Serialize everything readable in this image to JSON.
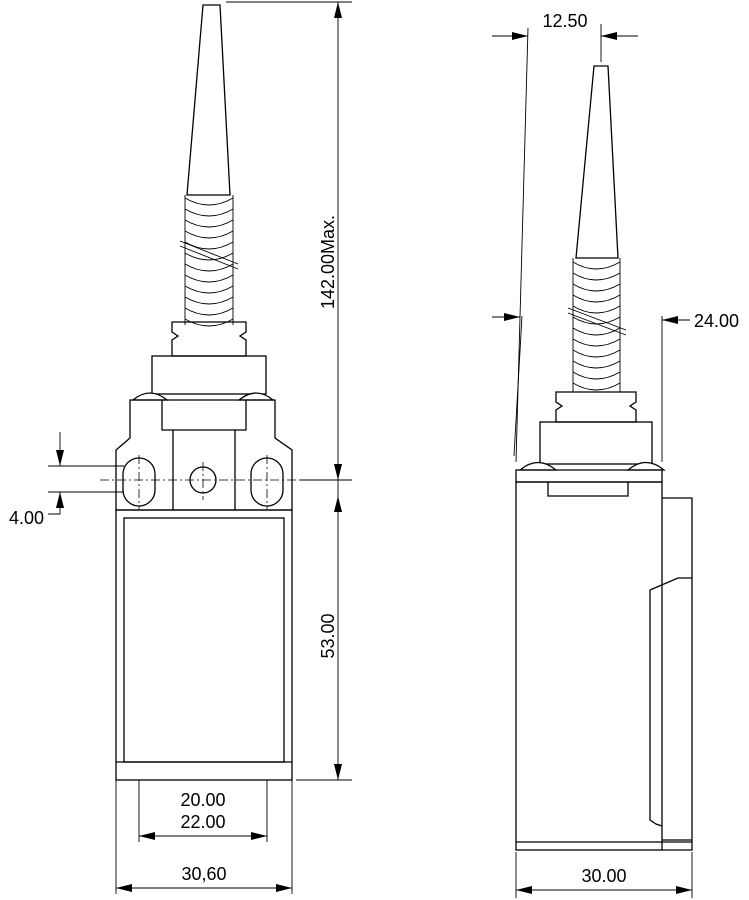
{
  "dimensions": {
    "overall_height": "142.00Max.",
    "body_height": "53.00",
    "hole_spacing_inner": "20.00",
    "hole_spacing_outer": "22.00",
    "front_width": "30,60",
    "hole_offset": "4.00",
    "tip_offset": "12.50",
    "body_offset": "24.00",
    "side_width": "30.00"
  }
}
